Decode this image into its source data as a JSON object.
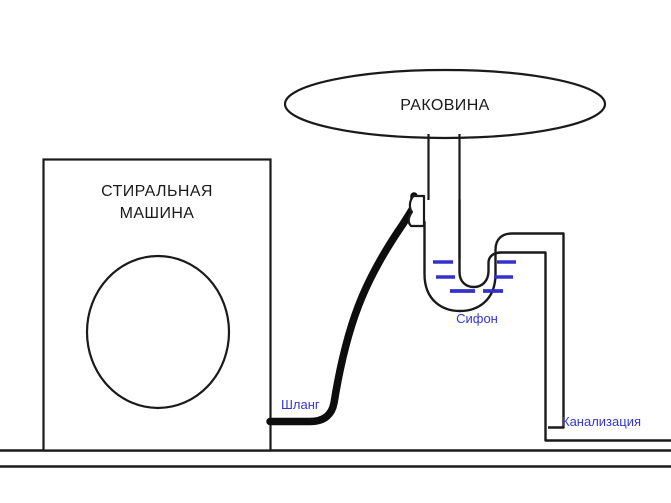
{
  "diagram": {
    "title_hidden": "",
    "background_color": "#ffffff",
    "line_color": "#1a1a1a",
    "accent_color": "#3636cc",
    "water_color": "#3333cc",
    "hose_color": "#0d0d0d",
    "labels": {
      "sink": "РАКОВИНА",
      "washing_machine_line1": "СТИРАЛЬНАЯ",
      "washing_machine_line2": "МАШИНА",
      "siphon": "Сифон",
      "hose": "Шланг",
      "sewer": "Канализация"
    }
  }
}
